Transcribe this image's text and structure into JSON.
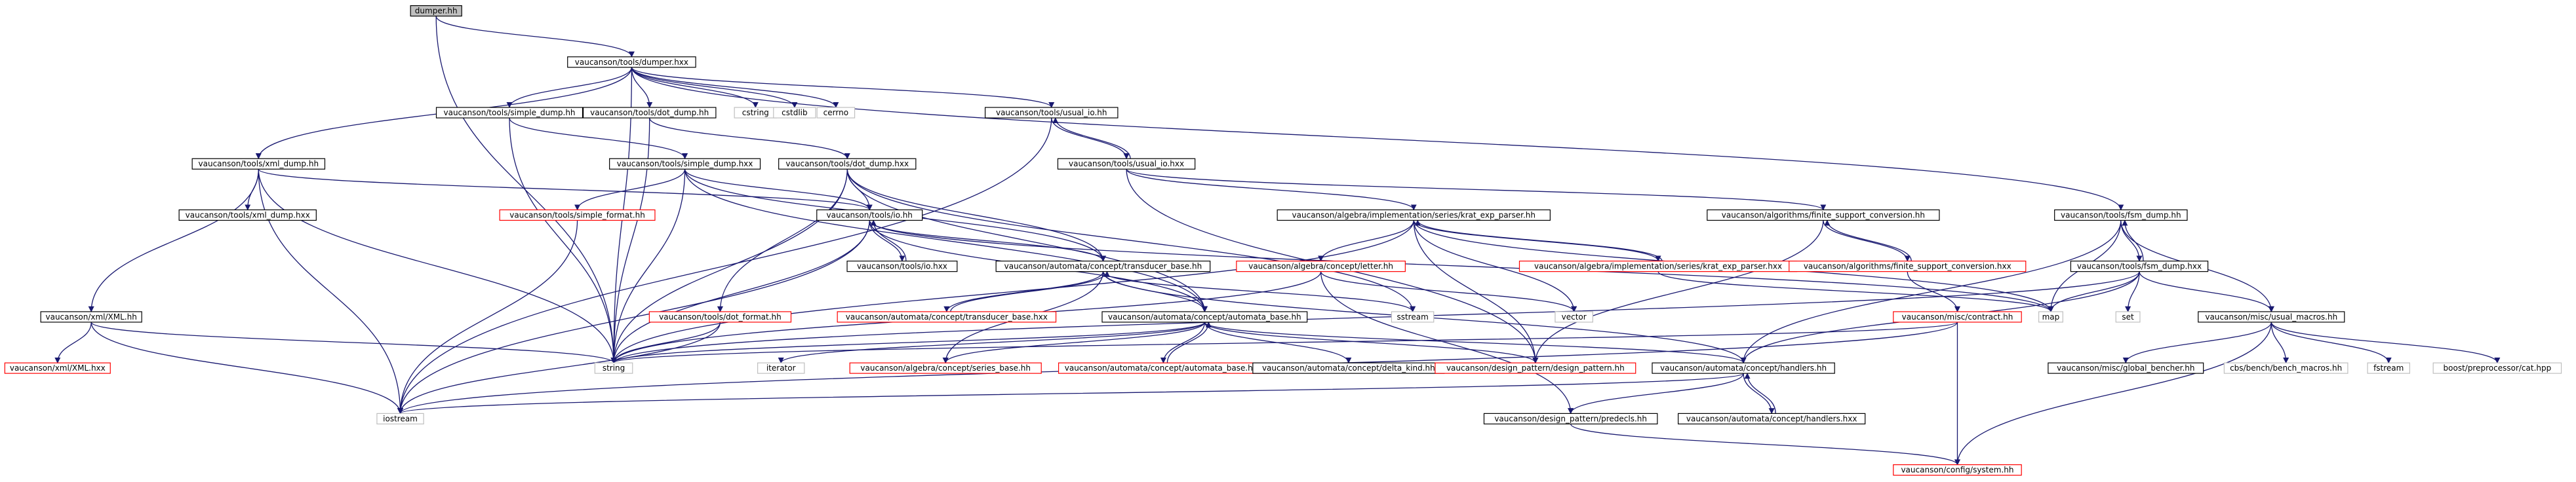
{
  "colors": {
    "background": "#ffffff",
    "root_fill": "#bfbfbf",
    "normal_border": "#000000",
    "missing_border": "#ff0000",
    "external_border": "#bfbfbf",
    "edge_color": "#191970",
    "text_color": "#000000"
  },
  "nodes": [
    {
      "id": "dumper_hh",
      "label": "dumper.hh",
      "kind": "root"
    },
    {
      "id": "dumper_hxx",
      "label": "vaucanson/tools/dumper.hxx",
      "kind": "normal"
    },
    {
      "id": "simple_dump_hh",
      "label": "vaucanson/tools/simple_dump.hh",
      "kind": "normal"
    },
    {
      "id": "dot_dump_hh",
      "label": "vaucanson/tools/dot_dump.hh",
      "kind": "normal"
    },
    {
      "id": "cstring",
      "label": "cstring",
      "kind": "external"
    },
    {
      "id": "cstdlib",
      "label": "cstdlib",
      "kind": "external"
    },
    {
      "id": "cerrno",
      "label": "cerrno",
      "kind": "external"
    },
    {
      "id": "usual_io_hh",
      "label": "vaucanson/tools/usual_io.hh",
      "kind": "normal"
    },
    {
      "id": "usual_io_hxx",
      "label": "vaucanson/tools/usual_io.hxx",
      "kind": "normal"
    },
    {
      "id": "xml_dump_hh",
      "label": "vaucanson/tools/xml_dump.hh",
      "kind": "normal"
    },
    {
      "id": "simple_dump_hxx",
      "label": "vaucanson/tools/simple_dump.hxx",
      "kind": "normal"
    },
    {
      "id": "dot_dump_hxx",
      "label": "vaucanson/tools/dot_dump.hxx",
      "kind": "normal"
    },
    {
      "id": "krat_exp_parser_hh",
      "label": "vaucanson/algebra/implementation/series/krat_exp_parser.hh",
      "kind": "normal"
    },
    {
      "id": "finite_support_hh",
      "label": "vaucanson/algorithms/finite_support_conversion.hh",
      "kind": "normal"
    },
    {
      "id": "fsm_dump_hh",
      "label": "vaucanson/tools/fsm_dump.hh",
      "kind": "normal"
    },
    {
      "id": "xml_dump_hxx",
      "label": "vaucanson/tools/xml_dump.hxx",
      "kind": "normal"
    },
    {
      "id": "simple_format_hh",
      "label": "vaucanson/tools/simple_format.hh",
      "kind": "missing"
    },
    {
      "id": "io_hh",
      "label": "vaucanson/tools/io.hh",
      "kind": "normal"
    },
    {
      "id": "io_hxx",
      "label": "vaucanson/tools/io.hxx",
      "kind": "normal"
    },
    {
      "id": "transducer_base_hh",
      "label": "vaucanson/automata/concept/transducer_base.hh",
      "kind": "normal"
    },
    {
      "id": "letter_hh",
      "label": "vaucanson/algebra/concept/letter.hh",
      "kind": "missing"
    },
    {
      "id": "krat_exp_parser_hxx",
      "label": "vaucanson/algebra/implementation/series/krat_exp_parser.hxx",
      "kind": "missing"
    },
    {
      "id": "finite_support_hxx",
      "label": "vaucanson/algorithms/finite_support_conversion.hxx",
      "kind": "missing"
    },
    {
      "id": "fsm_dump_hxx",
      "label": "vaucanson/tools/fsm_dump.hxx",
      "kind": "normal"
    },
    {
      "id": "xml_hh",
      "label": "vaucanson/xml/XML.hh",
      "kind": "normal"
    },
    {
      "id": "dot_format_hh",
      "label": "vaucanson/tools/dot_format.hh",
      "kind": "missing"
    },
    {
      "id": "transducer_base_hxx",
      "label": "vaucanson/automata/concept/transducer_base.hxx",
      "kind": "missing"
    },
    {
      "id": "automata_base_hh",
      "label": "vaucanson/automata/concept/automata_base.hh",
      "kind": "normal"
    },
    {
      "id": "sstream",
      "label": "sstream",
      "kind": "external"
    },
    {
      "id": "vector",
      "label": "vector",
      "kind": "external"
    },
    {
      "id": "contract_hh",
      "label": "vaucanson/misc/contract.hh",
      "kind": "missing"
    },
    {
      "id": "map",
      "label": "map",
      "kind": "external"
    },
    {
      "id": "set",
      "label": "set",
      "kind": "external"
    },
    {
      "id": "usual_macros_hh",
      "label": "vaucanson/misc/usual_macros.hh",
      "kind": "normal"
    },
    {
      "id": "xml_hxx",
      "label": "vaucanson/xml/XML.hxx",
      "kind": "missing"
    },
    {
      "id": "string",
      "label": "string",
      "kind": "external"
    },
    {
      "id": "iterator",
      "label": "iterator",
      "kind": "external"
    },
    {
      "id": "series_base_hh",
      "label": "vaucanson/algebra/concept/series_base.hh",
      "kind": "missing"
    },
    {
      "id": "automata_base_hxx",
      "label": "vaucanson/automata/concept/automata_base.hxx",
      "kind": "missing"
    },
    {
      "id": "delta_kind_hh",
      "label": "vaucanson/automata/concept/delta_kind.hh",
      "kind": "normal"
    },
    {
      "id": "design_pattern_hh",
      "label": "vaucanson/design_pattern/design_pattern.hh",
      "kind": "missing"
    },
    {
      "id": "handlers_hh",
      "label": "vaucanson/automata/concept/handlers.hh",
      "kind": "normal"
    },
    {
      "id": "global_bencher_hh",
      "label": "vaucanson/misc/global_bencher.hh",
      "kind": "normal"
    },
    {
      "id": "bench_macros_hh",
      "label": "cbs/bench/bench_macros.hh",
      "kind": "external"
    },
    {
      "id": "fstream",
      "label": "fstream",
      "kind": "external"
    },
    {
      "id": "boost_cat_hpp",
      "label": "boost/preprocessor/cat.hpp",
      "kind": "external"
    },
    {
      "id": "iostream",
      "label": "iostream",
      "kind": "external"
    },
    {
      "id": "predecls_hh",
      "label": "vaucanson/design_pattern/predecls.hh",
      "kind": "normal"
    },
    {
      "id": "handlers_hxx",
      "label": "vaucanson/automata/concept/handlers.hxx",
      "kind": "normal"
    },
    {
      "id": "system_hh",
      "label": "vaucanson/config/system.hh",
      "kind": "missing"
    }
  ],
  "edges": [
    [
      "dumper_hh",
      "dumper_hxx"
    ],
    [
      "dumper_hh",
      "string"
    ],
    [
      "dumper_hxx",
      "simple_dump_hh"
    ],
    [
      "dumper_hxx",
      "dot_dump_hh"
    ],
    [
      "dumper_hxx",
      "cstring"
    ],
    [
      "dumper_hxx",
      "cstdlib"
    ],
    [
      "dumper_hxx",
      "cerrno"
    ],
    [
      "dumper_hxx",
      "usual_io_hh"
    ],
    [
      "dumper_hxx",
      "xml_dump_hh"
    ],
    [
      "dumper_hxx",
      "fsm_dump_hh"
    ],
    [
      "dumper_hxx",
      "string"
    ],
    [
      "simple_dump_hh",
      "simple_dump_hxx"
    ],
    [
      "simple_dump_hh",
      "string"
    ],
    [
      "dot_dump_hh",
      "dot_dump_hxx"
    ],
    [
      "dot_dump_hh",
      "string"
    ],
    [
      "usual_io_hh",
      "usual_io_hxx"
    ],
    [
      "usual_io_hh",
      "iostream"
    ],
    [
      "usual_io_hxx",
      "usual_io_hh"
    ],
    [
      "usual_io_hxx",
      "krat_exp_parser_hh"
    ],
    [
      "usual_io_hxx",
      "finite_support_hh"
    ],
    [
      "usual_io_hxx",
      "design_pattern_hh"
    ],
    [
      "xml_dump_hh",
      "xml_dump_hxx"
    ],
    [
      "xml_dump_hh",
      "io_hh"
    ],
    [
      "xml_dump_hh",
      "xml_hh"
    ],
    [
      "xml_dump_hh",
      "iostream"
    ],
    [
      "xml_dump_hh",
      "string"
    ],
    [
      "simple_dump_hxx",
      "simple_format_hh"
    ],
    [
      "simple_dump_hxx",
      "io_hh"
    ],
    [
      "simple_dump_hxx",
      "transducer_base_hh"
    ],
    [
      "simple_dump_hxx",
      "automata_base_hh"
    ],
    [
      "simple_dump_hxx",
      "string"
    ],
    [
      "dot_dump_hxx",
      "io_hh"
    ],
    [
      "dot_dump_hxx",
      "dot_format_hh"
    ],
    [
      "dot_dump_hxx",
      "transducer_base_hh"
    ],
    [
      "dot_dump_hxx",
      "automata_base_hh"
    ],
    [
      "dot_dump_hxx",
      "sstream"
    ],
    [
      "dot_dump_hxx",
      "string"
    ],
    [
      "krat_exp_parser_hh",
      "letter_hh"
    ],
    [
      "krat_exp_parser_hh",
      "krat_exp_parser_hxx"
    ],
    [
      "krat_exp_parser_hh",
      "vector"
    ],
    [
      "krat_exp_parser_hh",
      "map"
    ],
    [
      "krat_exp_parser_hh",
      "string"
    ],
    [
      "krat_exp_parser_hh",
      "design_pattern_hh"
    ],
    [
      "krat_exp_parser_hxx",
      "krat_exp_parser_hh"
    ],
    [
      "krat_exp_parser_hxx",
      "map"
    ],
    [
      "finite_support_hh",
      "finite_support_hxx"
    ],
    [
      "finite_support_hh",
      "design_pattern_hh"
    ],
    [
      "finite_support_hxx",
      "finite_support_hh"
    ],
    [
      "finite_support_hxx",
      "contract_hh"
    ],
    [
      "fsm_dump_hh",
      "fsm_dump_hxx"
    ],
    [
      "fsm_dump_hh",
      "usual_macros_hh"
    ],
    [
      "fsm_dump_hh",
      "map"
    ],
    [
      "fsm_dump_hh",
      "handlers_hh"
    ],
    [
      "fsm_dump_hxx",
      "fsm_dump_hh"
    ],
    [
      "fsm_dump_hxx",
      "map"
    ],
    [
      "fsm_dump_hxx",
      "set"
    ],
    [
      "fsm_dump_hxx",
      "usual_macros_hh"
    ],
    [
      "fsm_dump_hxx",
      "handlers_hh"
    ],
    [
      "fsm_dump_hxx",
      "string"
    ],
    [
      "io_hh",
      "io_hxx"
    ],
    [
      "io_hh",
      "transducer_base_hh"
    ],
    [
      "io_hh",
      "automata_base_hh"
    ],
    [
      "io_hh",
      "string"
    ],
    [
      "io_hh",
      "iostream"
    ],
    [
      "io_hh",
      "map"
    ],
    [
      "io_hxx",
      "io_hh"
    ],
    [
      "transducer_base_hh",
      "transducer_base_hxx"
    ],
    [
      "transducer_base_hh",
      "automata_base_hh"
    ],
    [
      "transducer_base_hh",
      "sstream"
    ],
    [
      "transducer_base_hh",
      "series_base_hh"
    ],
    [
      "transducer_base_hh",
      "handlers_hh"
    ],
    [
      "transducer_base_hxx",
      "transducer_base_hh"
    ],
    [
      "letter_hh",
      "string"
    ],
    [
      "letter_hh",
      "predecls_hh"
    ],
    [
      "letter_hh",
      "vector"
    ],
    [
      "automata_base_hh",
      "iterator"
    ],
    [
      "automata_base_hh",
      "series_base_hh"
    ],
    [
      "automata_base_hh",
      "automata_base_hxx"
    ],
    [
      "automata_base_hh",
      "delta_kind_hh"
    ],
    [
      "automata_base_hh",
      "design_pattern_hh"
    ],
    [
      "automata_base_hh",
      "handlers_hh"
    ],
    [
      "automata_base_hh",
      "string"
    ],
    [
      "automata_base_hxx",
      "automata_base_hh"
    ],
    [
      "contract_hh",
      "string"
    ],
    [
      "contract_hh",
      "system_hh"
    ],
    [
      "contract_hh",
      "iostream"
    ],
    [
      "usual_macros_hh",
      "global_bencher_hh"
    ],
    [
      "usual_macros_hh",
      "bench_macros_hh"
    ],
    [
      "usual_macros_hh",
      "fstream"
    ],
    [
      "usual_macros_hh",
      "boost_cat_hpp"
    ],
    [
      "usual_macros_hh",
      "system_hh"
    ],
    [
      "xml_hh",
      "xml_hxx"
    ],
    [
      "xml_hh",
      "string"
    ],
    [
      "xml_hh",
      "iostream"
    ],
    [
      "dot_format_hh",
      "string"
    ],
    [
      "dot_format_hh",
      "iostream"
    ],
    [
      "simple_format_hh",
      "iostream"
    ],
    [
      "handlers_hh",
      "predecls_hh"
    ],
    [
      "handlers_hh",
      "handlers_hxx"
    ],
    [
      "handlers_hh",
      "iostream"
    ],
    [
      "handlers_hxx",
      "handlers_hh"
    ],
    [
      "predecls_hh",
      "system_hh"
    ]
  ]
}
